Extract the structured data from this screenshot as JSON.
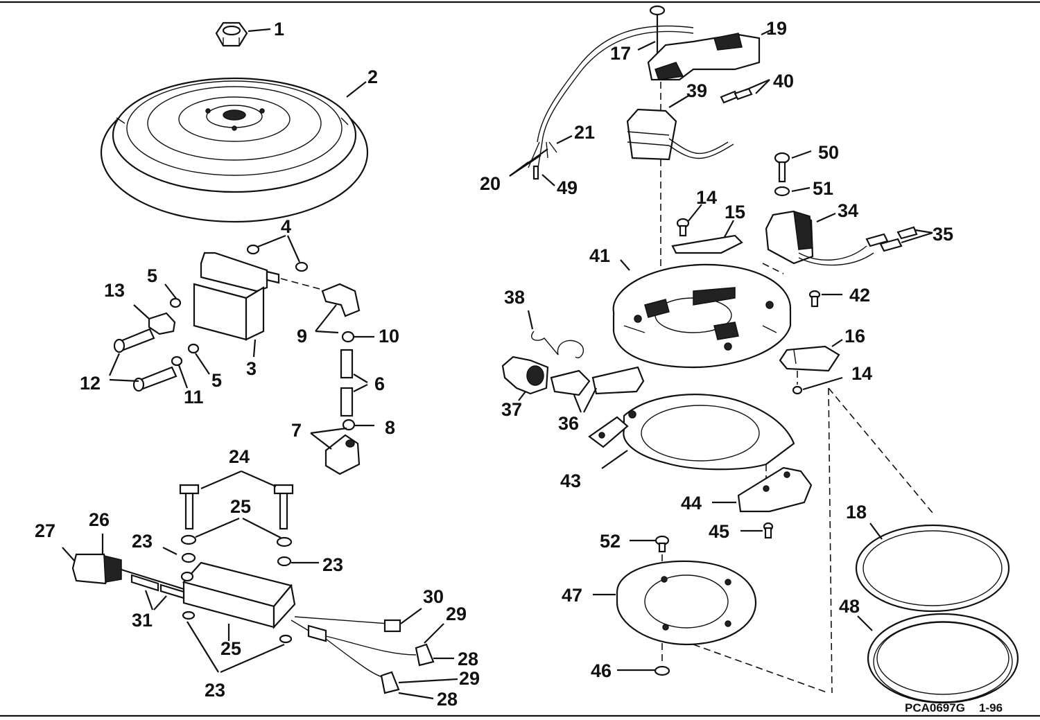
{
  "diagram": {
    "drawing_code": "PCA0697G",
    "revision": "1-96",
    "callouts": [
      {
        "id": "c1",
        "text": "1"
      },
      {
        "id": "c2",
        "text": "2"
      },
      {
        "id": "c3",
        "text": "3"
      },
      {
        "id": "c4",
        "text": "4"
      },
      {
        "id": "c5a",
        "text": "5"
      },
      {
        "id": "c5b",
        "text": "5"
      },
      {
        "id": "c6",
        "text": "6"
      },
      {
        "id": "c7",
        "text": "7"
      },
      {
        "id": "c8",
        "text": "8"
      },
      {
        "id": "c9",
        "text": "9"
      },
      {
        "id": "c10",
        "text": "10"
      },
      {
        "id": "c11",
        "text": "11"
      },
      {
        "id": "c12",
        "text": "12"
      },
      {
        "id": "c13",
        "text": "13"
      },
      {
        "id": "c14a",
        "text": "14"
      },
      {
        "id": "c14b",
        "text": "14"
      },
      {
        "id": "c15",
        "text": "15"
      },
      {
        "id": "c16",
        "text": "16"
      },
      {
        "id": "c17",
        "text": "17"
      },
      {
        "id": "c18",
        "text": "18"
      },
      {
        "id": "c19",
        "text": "19"
      },
      {
        "id": "c20",
        "text": "20"
      },
      {
        "id": "c21",
        "text": "21"
      },
      {
        "id": "c23a",
        "text": "23"
      },
      {
        "id": "c23b",
        "text": "23"
      },
      {
        "id": "c23c",
        "text": "23"
      },
      {
        "id": "c24",
        "text": "24"
      },
      {
        "id": "c25a",
        "text": "25"
      },
      {
        "id": "c25b",
        "text": "25"
      },
      {
        "id": "c26",
        "text": "26"
      },
      {
        "id": "c27",
        "text": "27"
      },
      {
        "id": "c28a",
        "text": "28"
      },
      {
        "id": "c28b",
        "text": "28"
      },
      {
        "id": "c29a",
        "text": "29"
      },
      {
        "id": "c29b",
        "text": "29"
      },
      {
        "id": "c30",
        "text": "30"
      },
      {
        "id": "c31",
        "text": "31"
      },
      {
        "id": "c34",
        "text": "34"
      },
      {
        "id": "c35",
        "text": "35"
      },
      {
        "id": "c36",
        "text": "36"
      },
      {
        "id": "c37",
        "text": "37"
      },
      {
        "id": "c38",
        "text": "38"
      },
      {
        "id": "c39",
        "text": "39"
      },
      {
        "id": "c40",
        "text": "40"
      },
      {
        "id": "c41",
        "text": "41"
      },
      {
        "id": "c42",
        "text": "42"
      },
      {
        "id": "c43",
        "text": "43"
      },
      {
        "id": "c44",
        "text": "44"
      },
      {
        "id": "c45",
        "text": "45"
      },
      {
        "id": "c46",
        "text": "46"
      },
      {
        "id": "c47",
        "text": "47"
      },
      {
        "id": "c48",
        "text": "48"
      },
      {
        "id": "c49",
        "text": "49"
      },
      {
        "id": "c50",
        "text": "50"
      },
      {
        "id": "c51",
        "text": "51"
      },
      {
        "id": "c52",
        "text": "52"
      }
    ]
  }
}
